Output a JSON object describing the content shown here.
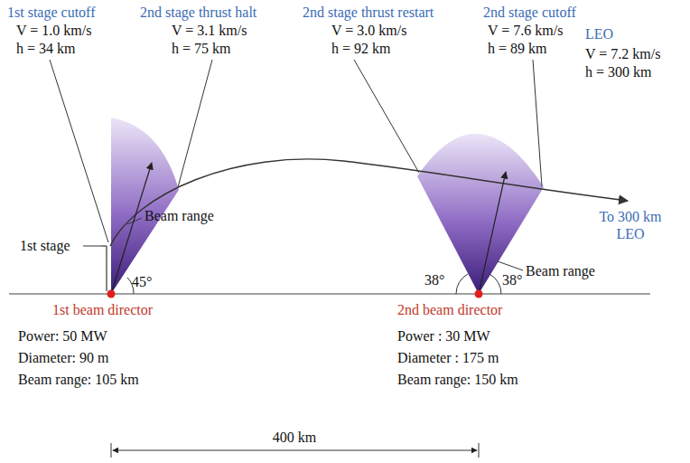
{
  "diagram": {
    "labels": [
      "1st stage cutoff",
      "V = 1.0 km/s",
      "h = 34 km",
      "2nd stage thrust halt",
      "V = 3.1 km/s",
      "h = 75 km",
      "2nd stage thrust restart",
      "V = 3.0 km/s",
      "h = 92 km",
      "2nd stage cutoff",
      "V = 7.6 km/s",
      "h = 89 km",
      "LEO",
      "V = 7.2 km/s",
      "h = 300 km",
      "To 300 km LEO",
      "1st stage",
      "Beam range",
      "45°",
      "38°",
      "38°",
      "Beam range",
      "1st beam director",
      "Power: 50 MW",
      "Diameter: 90 m",
      "Beam range: 105 km",
      "2nd beam director",
      "Power : 30 MW",
      "Diameter : 175 m",
      "Beam range: 150 km",
      "400 km"
    ]
  }
}
